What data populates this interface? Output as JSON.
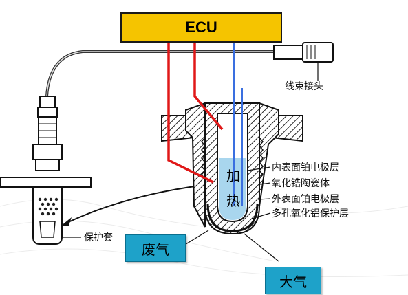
{
  "ecu": {
    "label": "ECU"
  },
  "labels": {
    "harness_connector": "线束接头",
    "inner_electrode": "内表面铂电极层",
    "zirconia_ceramic": "氧化锆陶瓷体",
    "outer_electrode": "外表面铂电极层",
    "protective_layer": "多孔氧化铝保护层",
    "protective_sleeve": "保护套"
  },
  "heater": {
    "char1": "加",
    "char2": "热"
  },
  "callouts": {
    "exhaust": "废气",
    "atmosphere": "大气"
  },
  "colors": {
    "ecu_fill": "#f5c400",
    "signal_wire": "#e01818",
    "heater_wire": "#3a6fe0",
    "callout_fill": "#1ea2c9",
    "air_chamber": "#a9d6ee"
  }
}
